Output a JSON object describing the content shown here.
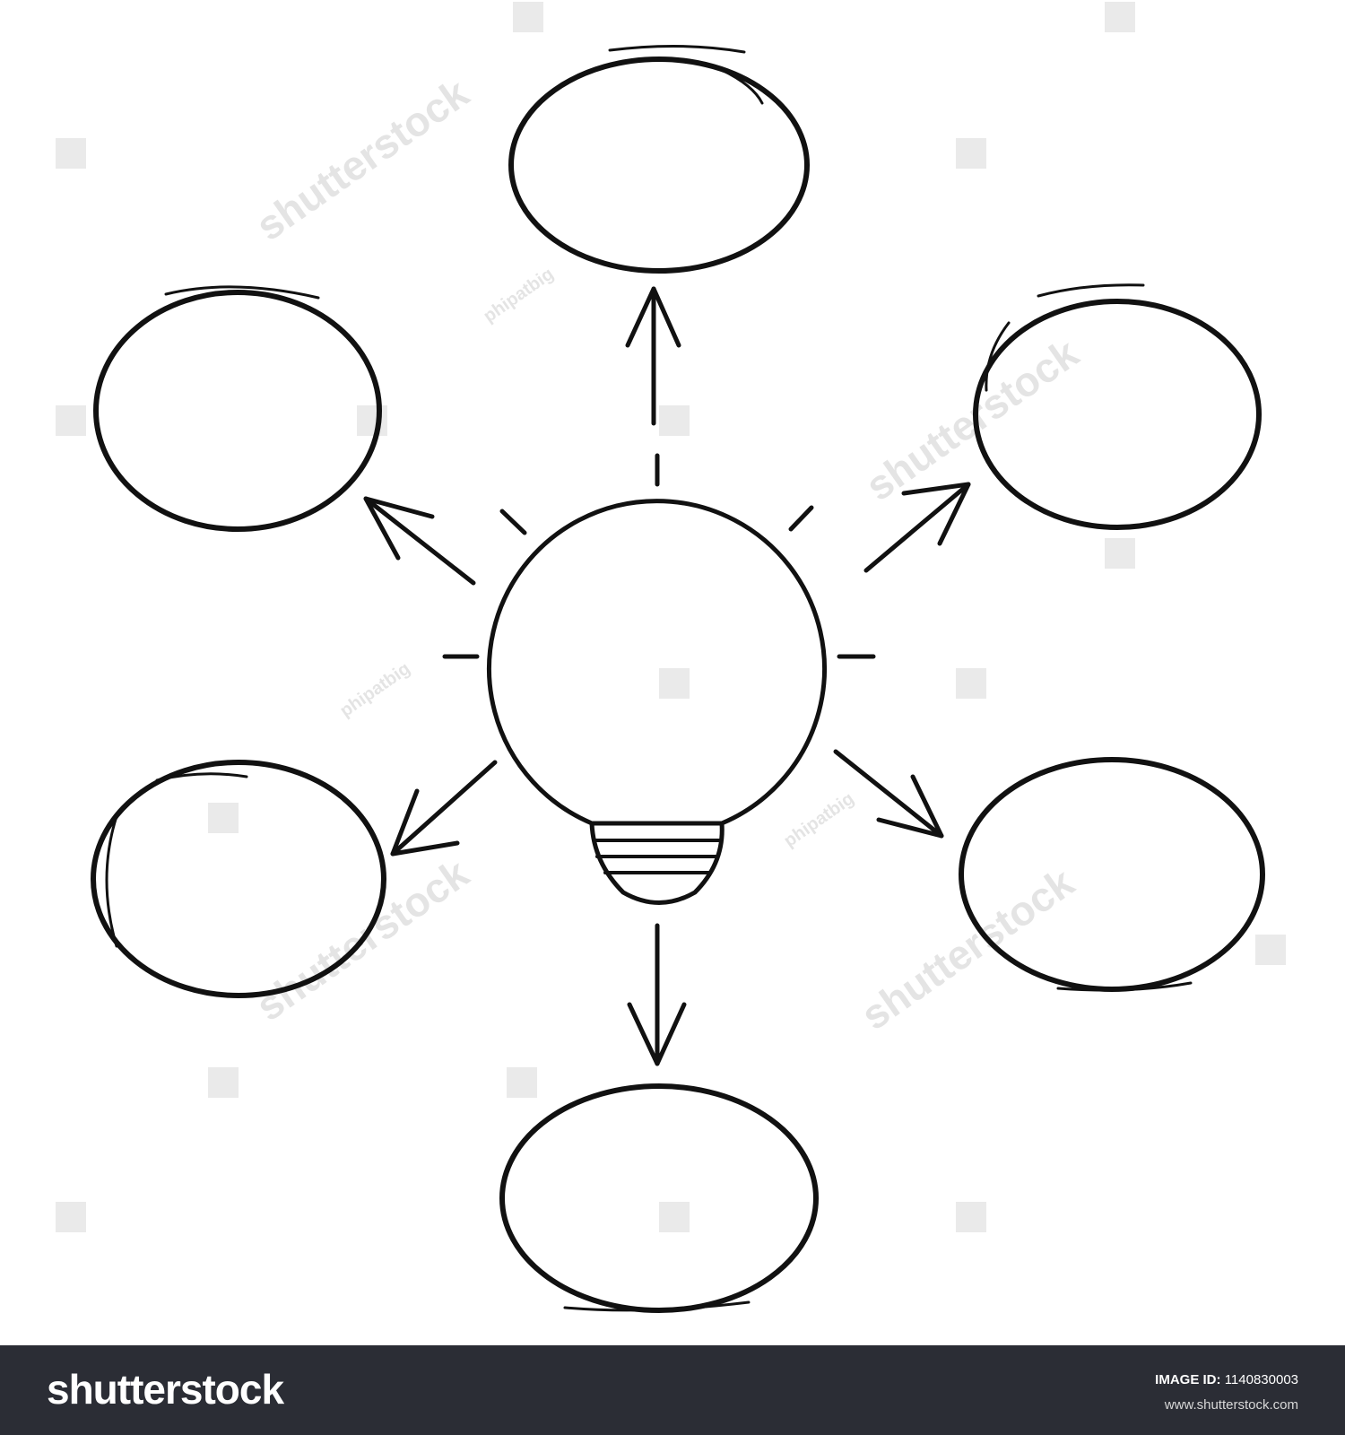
{
  "diagram": {
    "central_node": "lightbulb-icon",
    "satellite_nodes": [
      {
        "position": "top",
        "text": ""
      },
      {
        "position": "upper-left",
        "text": ""
      },
      {
        "position": "upper-right",
        "text": ""
      },
      {
        "position": "lower-left",
        "text": ""
      },
      {
        "position": "lower-right",
        "text": ""
      },
      {
        "position": "bottom",
        "text": ""
      }
    ],
    "line_color": "#111111",
    "background_color": "#ffffff"
  },
  "watermark": {
    "brand_text": "shutterstock",
    "contributor_text": "phipatbig"
  },
  "footer": {
    "logo_text": "shutterstock",
    "image_id_label": "IMAGE ID:",
    "image_id_value": "1140830003",
    "url": "www.shutterstock.com",
    "background_color": "#2b2d35"
  }
}
